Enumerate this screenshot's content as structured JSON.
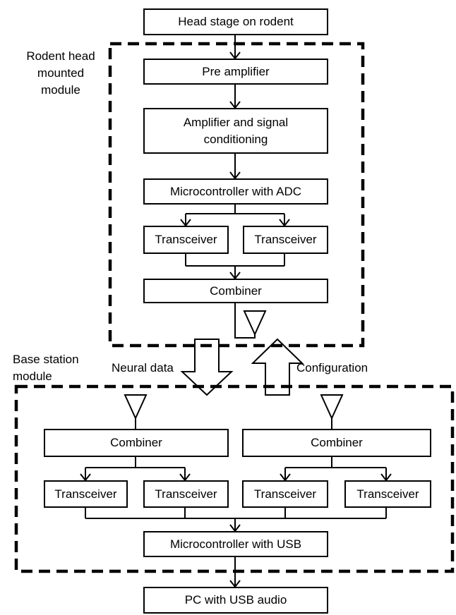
{
  "blocks": {
    "head_stage": "Head stage on rodent",
    "pre_amplifier": "Pre amplifier",
    "amplifier": "Amplifier and signal\nconditioning",
    "mcu_adc": "Microcontroller with ADC",
    "transceiver": "Transceiver",
    "combiner": "Combiner",
    "mcu_usb": "Microcontroller with USB",
    "pc": "PC with USB audio"
  },
  "labels": {
    "rodent_module": "Rodent head\nmounted\nmodule",
    "base_module": "Base station\nmodule",
    "neural_data": "Neural data",
    "configuration": "Configuration"
  },
  "colors": {
    "stroke": "#000000",
    "background": "#ffffff"
  }
}
